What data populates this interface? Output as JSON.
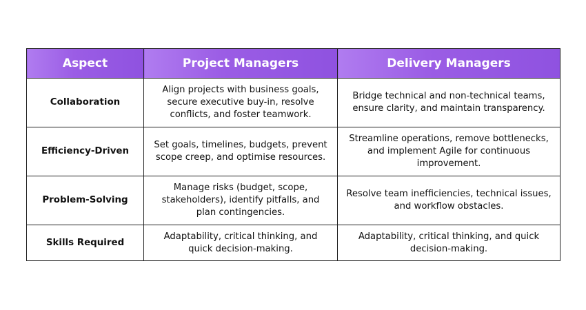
{
  "table": {
    "headers": [
      "Aspect",
      "Project Managers",
      "Delivery Managers"
    ],
    "rows": [
      {
        "aspect": "Collaboration",
        "project": "Align projects with business goals, secure executive buy-in, resolve conflicts, and foster teamwork.",
        "delivery": "Bridge technical and non-technical teams, ensure clarity, and maintain transparency."
      },
      {
        "aspect": "Efficiency-Driven",
        "project": "Set goals, timelines, budgets, prevent scope creep, and optimise resources.",
        "delivery": "Streamline operations, remove bottlenecks, and implement Agile for continuous improvement."
      },
      {
        "aspect": "Problem-Solving",
        "project": "Manage risks (budget, scope, stakeholders), identify pitfalls, and plan contingencies.",
        "delivery": "Resolve team inefficiencies, technical issues, and workflow obstacles."
      },
      {
        "aspect": "Skills Required",
        "project": "Adaptability, critical thinking, and quick decision-making.",
        "delivery": "Adaptability, critical thinking, and quick decision-making."
      }
    ]
  },
  "colors": {
    "header_gradient_start": "#b07cf0",
    "header_gradient_end": "#8f52e0",
    "border": "#1f1f1f",
    "header_text": "#ffffff"
  }
}
